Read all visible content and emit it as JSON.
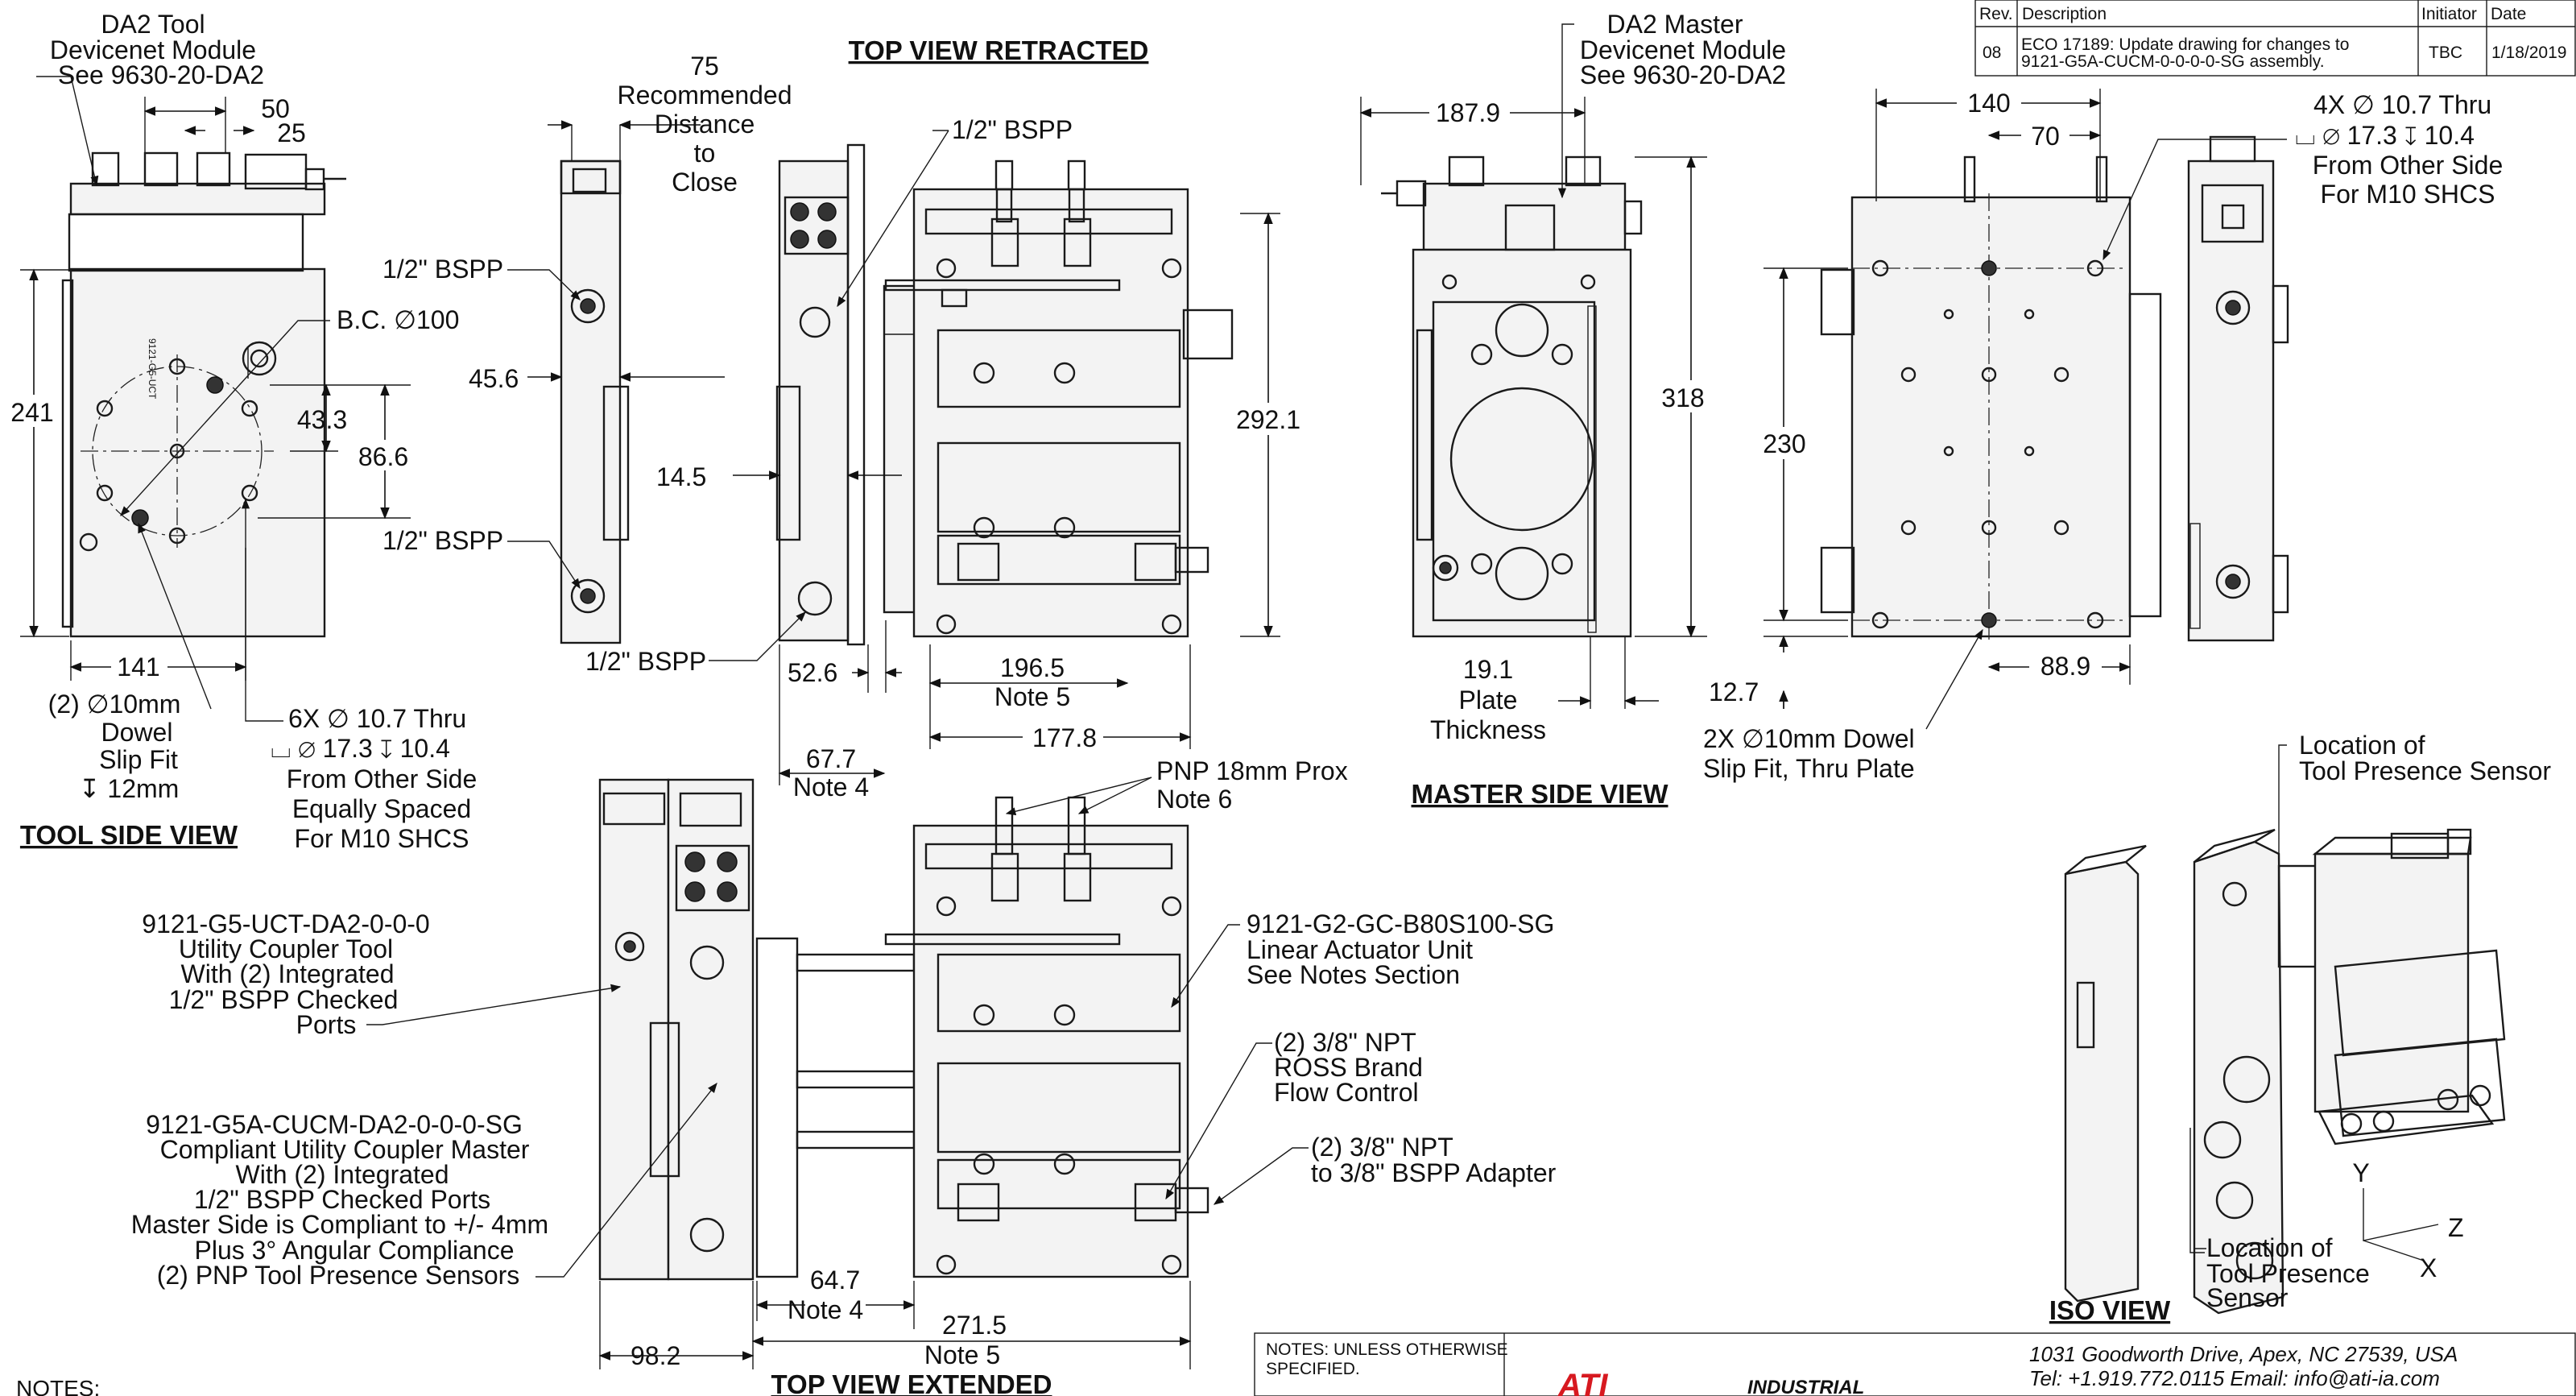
{
  "revision_table": {
    "headers": [
      "Rev.",
      "Description",
      "Initiator",
      "Date"
    ],
    "row": {
      "rev": "08",
      "description_line1": "ECO 17189: Update drawing for changes to",
      "description_line2": "9121-G5A-CUCM-0-0-0-0-SG assembly.",
      "initiator": "TBC",
      "date": "1/18/2019"
    }
  },
  "views": {
    "tool_side": "TOOL SIDE VIEW",
    "top_retracted": "TOP VIEW RETRACTED",
    "master_side": "MASTER SIDE VIEW",
    "top_extended": "TOP VIEW EXTENDED",
    "iso": "ISO VIEW"
  },
  "callouts": {
    "da2_tool": [
      "DA2 Tool",
      "Devicenet Module",
      "See 9630-20-DA2"
    ],
    "da2_master": [
      "DA2 Master",
      "Devicenet Module",
      "See 9630-20-DA2"
    ],
    "bspp": "1/2\" BSPP",
    "bc": "B.C. ∅100",
    "dowel_tool": [
      "(2) ∅10mm",
      "Dowel",
      "Slip Fit",
      "↧ 12mm"
    ],
    "holes_tool": [
      "6X  ∅  10.7 Thru",
      "⌴  ∅  17.3 ↧ 10.4",
      "From Other Side",
      "Equally Spaced",
      "For M10 SHCS"
    ],
    "recommended": [
      "75",
      "Recommended",
      "Distance",
      "to",
      "Close"
    ],
    "holes_master": [
      "4X  ∅  10.7 Thru",
      "⌴  ∅  17.3 ↧ 10.4",
      "From Other Side",
      "For M10 SHCS"
    ],
    "plate_thickness": [
      "19.1",
      "Plate",
      "Thickness"
    ],
    "dowel_master": [
      "2X  ∅10mm Dowel",
      "Slip Fit, Thru Plate"
    ],
    "prox": [
      "PNP 18mm Prox",
      "Note 6"
    ],
    "linear_actuator": [
      "9121-G2-GC-B80S100-SG",
      "Linear Actuator Unit",
      "See Notes Section"
    ],
    "ross": [
      "(2) 3/8\" NPT",
      "ROSS Brand",
      "Flow Control"
    ],
    "adapter": [
      "(2) 3/8\" NPT",
      "to 3/8\" BSPP Adapter"
    ],
    "utility_tool": [
      "9121-G5-UCT-DA2-0-0-0",
      "Utility Coupler Tool",
      "With (2) Integrated",
      "1/2\" BSPP Checked",
      "Ports"
    ],
    "utility_master": [
      "9121-G5A-CUCM-DA2-0-0-0-SG",
      "Compliant Utility Coupler Master",
      "With (2) Integrated",
      "1/2\" BSPP Checked Ports",
      "Master Side is Compliant to +/- 4mm",
      "Plus 3° Angular Compliance",
      "(2) PNP Tool Presence Sensors"
    ],
    "sensor_top": [
      "Location of",
      "Tool Presence Sensor"
    ],
    "sensor_bottom": [
      "Location of",
      "Tool Presence",
      "Sensor"
    ],
    "axis_y": "Y",
    "axis_z": "Z",
    "axis_x": "X"
  },
  "dimensions": {
    "d50": "50",
    "d25": "25",
    "d241": "241",
    "d43_3": "43.3",
    "d86_6": "86.6",
    "d141": "141",
    "d45_6": "45.6",
    "d14_5": "14.5",
    "d52_6": "52.6",
    "d67_7": "67.7",
    "note4": "Note 4",
    "d196_5": "196.5",
    "note5": "Note 5",
    "d177_8": "177.8",
    "d292_1": "292.1",
    "d187_9": "187.9",
    "d318": "318",
    "d140": "140",
    "d70": "70",
    "d230": "230",
    "d12_7": "12.7",
    "d88_9": "88.9",
    "d64_7": "64.7",
    "d271_5": "271.5",
    "d98_2": "98.2"
  },
  "footer": {
    "notes": [
      "NOTES:  UNLESS OTHERWISE",
      "SPECIFIED."
    ],
    "address_line1": "1031 Goodworth Drive, Apex, NC 27539, USA",
    "address_line2": "Tel: +1.919.772.0115     Email: info@ati-ia.com",
    "brand": "ATI",
    "brand_sub": "INDUSTRIAL",
    "notes_corner": "NOTES:"
  }
}
